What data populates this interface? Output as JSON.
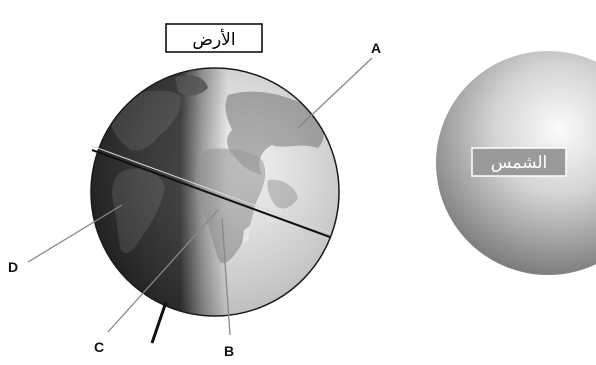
{
  "earth_label": "الأرض",
  "sun_label": "الشمس",
  "markers": {
    "a": "A",
    "b": "B",
    "c": "C",
    "d": "D"
  },
  "colors": {
    "earth_night": "#2e2e2e",
    "earth_day": "#f0f0f0",
    "land": "#8a8a8a",
    "sun_center": "#fbfbfb",
    "sun_edge": "#7e7e7e",
    "sun_label_bg": "#9a9a9a"
  }
}
